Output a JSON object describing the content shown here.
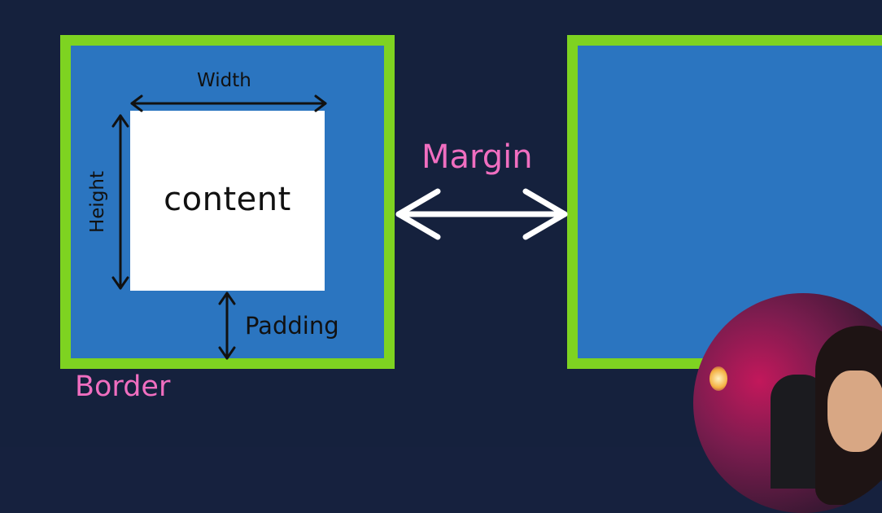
{
  "diagram": {
    "content_label": "content",
    "width_label": "Width",
    "height_label": "Height",
    "padding_label": "Padding",
    "border_label": "Border",
    "margin_label": "Margin"
  },
  "colors": {
    "background": "#15213d",
    "border_green": "#7ed321",
    "box_blue": "#2b75c0",
    "content_white": "#ffffff",
    "label_pink": "#f06ec0",
    "label_dark": "#111111",
    "arrow_white": "#ffffff"
  },
  "icons": {
    "width_arrow": "double-arrow-horizontal-icon",
    "height_arrow": "double-arrow-vertical-icon",
    "padding_arrow": "double-arrow-vertical-icon",
    "margin_arrow": "double-arrow-horizontal-icon"
  }
}
